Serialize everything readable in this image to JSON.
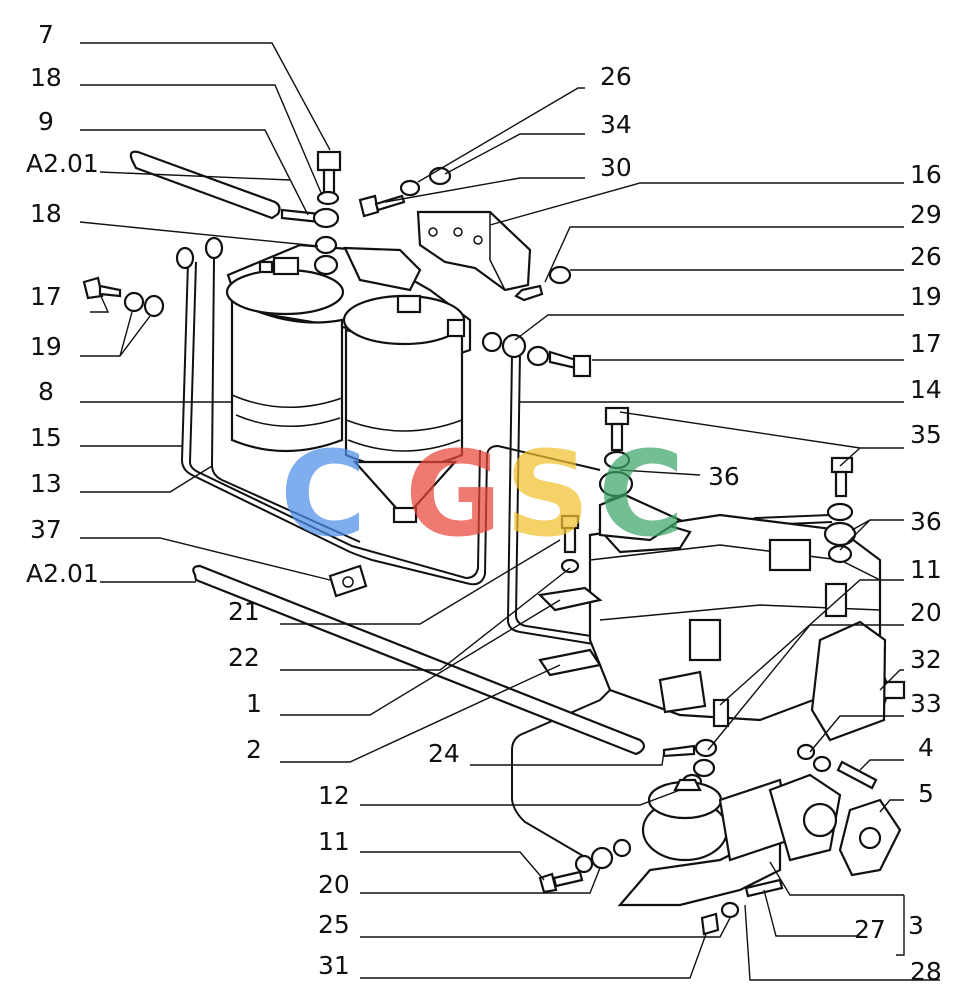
{
  "labels": {
    "l7": "7",
    "l18a": "18",
    "l9": "9",
    "lA201a": "A2.01",
    "l18b": "18",
    "l17a": "17",
    "l19a": "19",
    "l8": "8",
    "l15": "15",
    "l13": "13",
    "l37": "37",
    "lA201b": "A2.01",
    "l21": "21",
    "l22": "22",
    "l1": "1",
    "l2": "2",
    "l24": "24",
    "l12": "12",
    "l11a": "11",
    "l20a": "20",
    "l25": "25",
    "l31": "31",
    "l26a": "26",
    "l34": "34",
    "l30": "30",
    "l16": "16",
    "l29": "29",
    "l26b": "26",
    "l19b": "19",
    "l17b": "17",
    "l14": "14",
    "l35": "35",
    "l36a": "36",
    "l36b": "36",
    "l11b": "11",
    "l20b": "20",
    "l32": "32",
    "l33": "33",
    "l4": "4",
    "l5": "5",
    "l27": "27",
    "l3": "3",
    "l28": "28"
  },
  "watermark": {
    "c1": "C",
    "g": "G",
    "s": "S",
    "c2": "C",
    "colors": {
      "c1": "#4f8fe8",
      "g": "#e8473c",
      "s": "#f2c12e",
      "c2": "#3fa66a"
    }
  }
}
